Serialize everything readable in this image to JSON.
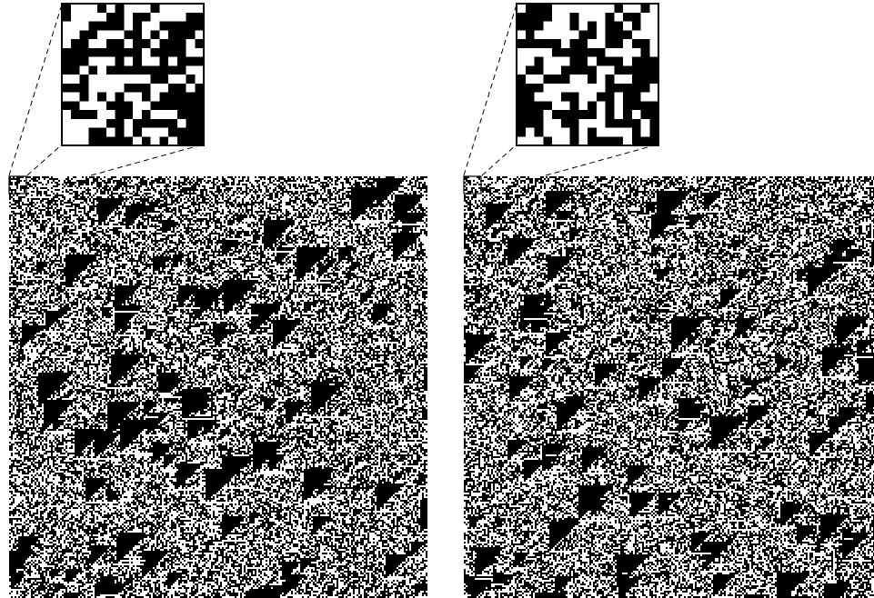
{
  "figure": {
    "panels": [
      {
        "id": "left",
        "seed": 30,
        "name": "cellular-automaton-panel-left"
      },
      {
        "id": "right",
        "seed": 110,
        "name": "cellular-automaton-panel-right"
      }
    ],
    "colors": {
      "background": "#ffffff",
      "cell_on": "#000000",
      "cell_off": "#ffffff",
      "frame": "#000000",
      "zoom_line": "#000000"
    },
    "zoom_inset": {
      "grid_cells": 16,
      "line_style": "dashed"
    },
    "main_grid": {
      "density_hint": "triangular-patterns"
    }
  }
}
